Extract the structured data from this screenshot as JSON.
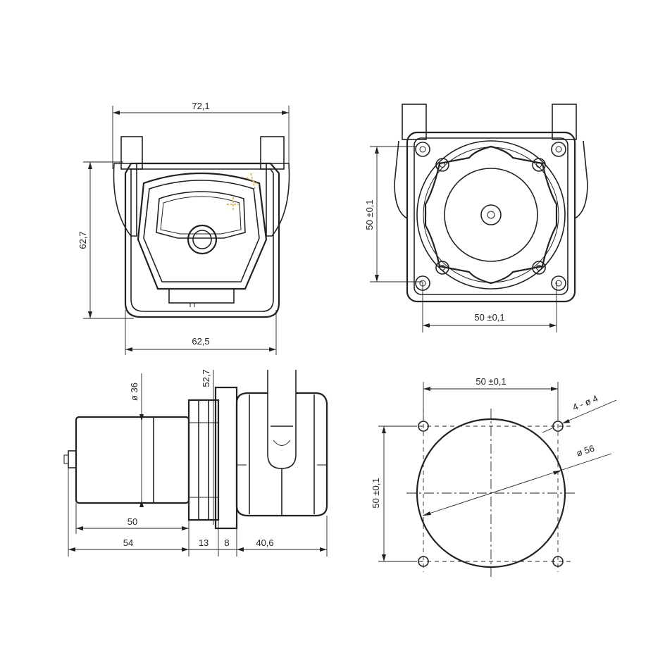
{
  "dimensions": {
    "front_width_top": "72,1",
    "front_height": "62,7",
    "front_width_bottom": "62,5",
    "rear_vertical": "50 ±0,1",
    "rear_horizontal": "50  ±0,1",
    "side_diameter": "ø 36",
    "side_top": "52,7",
    "side_motor_length": "50",
    "side_total_motor": "54",
    "side_flange": "13",
    "side_plate": "8",
    "side_head": "40,6",
    "mount_horizontal": "50  ±0,1",
    "mount_vertical": "50 ±0,1",
    "mount_holes": "4 - ø 4",
    "mount_circle": "ø  56"
  },
  "colors": {
    "line": "#222222",
    "marker": "#e8a23c"
  }
}
